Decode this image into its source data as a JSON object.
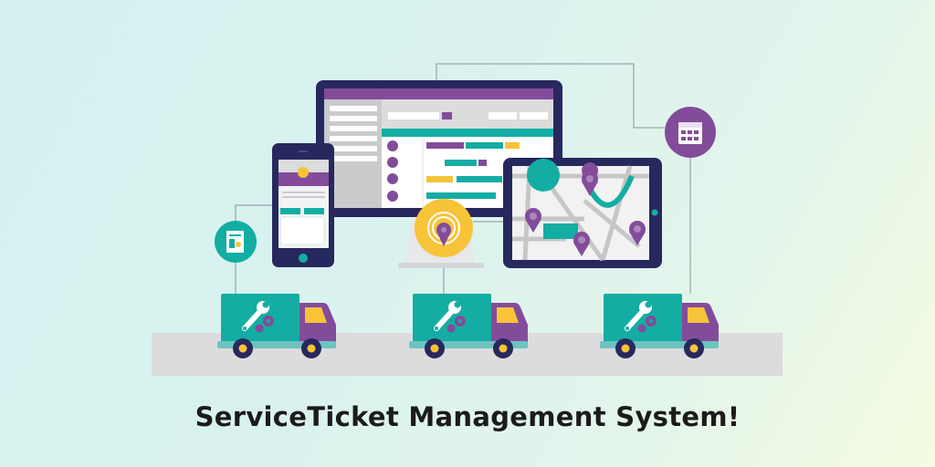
{
  "title": "ServiceTicket Management System!",
  "colors": {
    "navy": "#27285e",
    "purple": "#834c9b",
    "teal": "#13ada3",
    "yellow": "#f7c338",
    "road": "#dcdcdc"
  },
  "icons": [
    "desktop-monitor",
    "smartphone",
    "tablet-map",
    "location-pin-broadcast",
    "calendar-icon",
    "document-icon",
    "service-truck"
  ]
}
